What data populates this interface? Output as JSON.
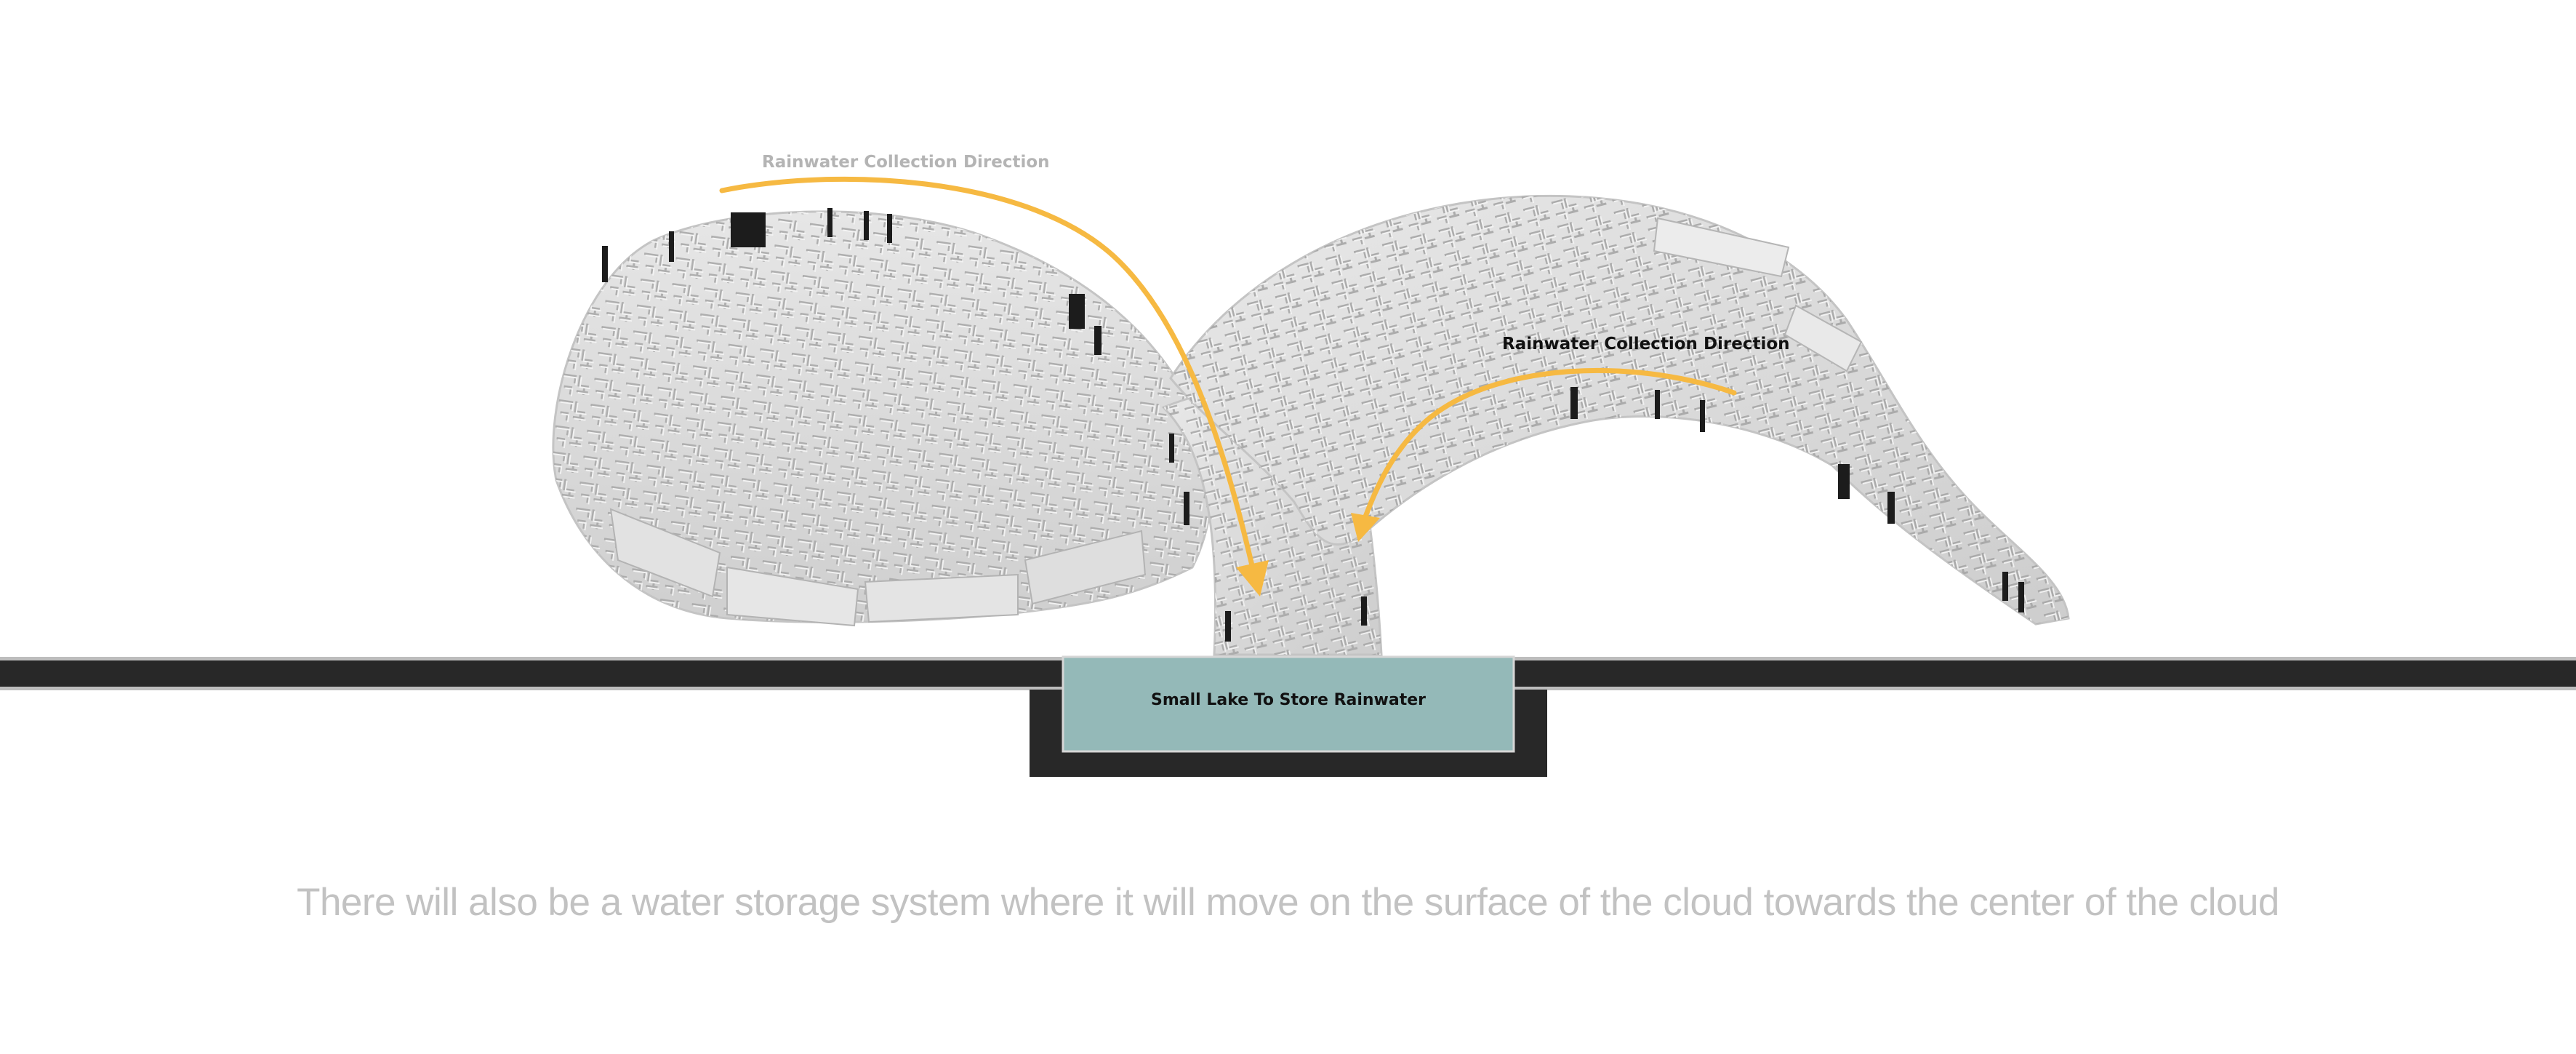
{
  "labels": {
    "direction_left": "Rainwater Collection Direction",
    "direction_right": "Rainwater Collection Direction",
    "lake": "Small Lake To Store Rainwater"
  },
  "caption": "There will also be a water storage system where it will move on the surface of the cloud towards the center of the cloud",
  "colors": {
    "arrow": "#f6b942",
    "ground": "#282828",
    "ground_edge": "#bdbdbd",
    "lake_water": "#94b9b8",
    "shell": "#dcdcdc",
    "shell_dark": "#b9b9b9",
    "shell_light": "#f2f2f2",
    "panel_dark": "#1c1c1c",
    "caption": "#c2c2c2"
  },
  "icons": [
    "arrow-left-icon",
    "arrow-right-icon"
  ]
}
